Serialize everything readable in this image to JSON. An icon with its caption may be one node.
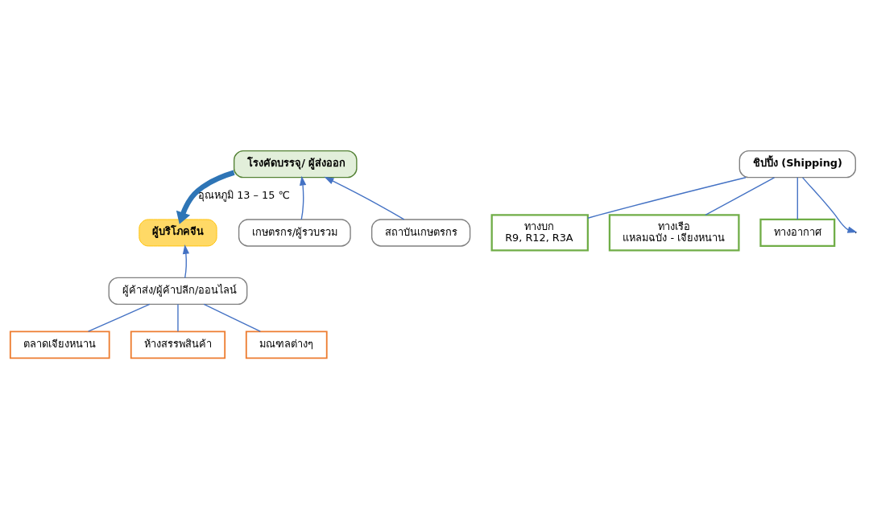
{
  "diagram": {
    "nodes": [
      {
        "text": [
          "โรงคัดบรรจุ/ ผู้ส่งออก"
        ]
      },
      {
        "text": [
          "ผู้บริโภคจีน"
        ]
      },
      {
        "text": [
          "เกษตรกร/ผู้รวบรวม"
        ]
      },
      {
        "text": [
          "สถาบันเกษตรกร"
        ]
      },
      {
        "text": [
          "ชิปปิ้ง (Shipping)"
        ]
      },
      {
        "text": [
          "ทางบก",
          "R9, R12, R3A"
        ]
      },
      {
        "text": [
          "ทางเรือ",
          "แหลมฉบัง - เจียงหนาน"
        ]
      },
      {
        "text": [
          "ทางอากาศ"
        ]
      },
      {
        "text": [
          "ผู้ค้าส่ง/ผู้ค้าปลีก/ออนไลน์"
        ]
      },
      {
        "text": [
          "ตลาดเจียงหนาน"
        ]
      },
      {
        "text": [
          "ห้างสรรพสินค้า"
        ]
      },
      {
        "text": [
          "มณฑลต่างๆ"
        ]
      }
    ],
    "edges": [
      {
        "from": 0,
        "to": 1,
        "arrow": "to",
        "label": "อุณหภูมิ 13 – 15 ℃",
        "style": "thick",
        "color": "#2e75b6"
      },
      {
        "from": 2,
        "to": 0,
        "arrow": "to"
      },
      {
        "from": 3,
        "to": 0,
        "arrow": "to"
      },
      {
        "from": 4,
        "to": null,
        "arrow": "to"
      },
      {
        "from": 8,
        "to": 1,
        "arrow": "to"
      },
      {
        "from": 4,
        "to": 5,
        "arrow": "none"
      },
      {
        "from": 4,
        "to": 6,
        "arrow": "none"
      },
      {
        "from": 4,
        "to": 7,
        "arrow": "none"
      },
      {
        "from": 8,
        "to": 9,
        "arrow": "none"
      },
      {
        "from": 8,
        "to": 10,
        "arrow": "none"
      },
      {
        "from": 8,
        "to": 11,
        "arrow": "none"
      }
    ]
  }
}
